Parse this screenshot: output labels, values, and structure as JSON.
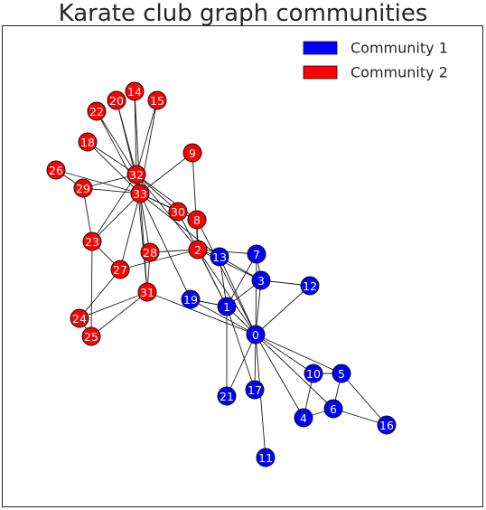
{
  "title": "Karate club graph communities",
  "legend": {
    "placement": "top-right",
    "entries": [
      {
        "label": "Community 1",
        "color": "#0000ff"
      },
      {
        "label": "Community 2",
        "color": "#ff0000"
      }
    ]
  },
  "graph": {
    "nodes": [
      {
        "id": "0",
        "community": 1
      },
      {
        "id": "1",
        "community": 1
      },
      {
        "id": "2",
        "community": 2
      },
      {
        "id": "3",
        "community": 1
      },
      {
        "id": "4",
        "community": 1
      },
      {
        "id": "5",
        "community": 1
      },
      {
        "id": "6",
        "community": 1
      },
      {
        "id": "7",
        "community": 1
      },
      {
        "id": "8",
        "community": 2
      },
      {
        "id": "9",
        "community": 2
      },
      {
        "id": "10",
        "community": 1
      },
      {
        "id": "11",
        "community": 1
      },
      {
        "id": "12",
        "community": 1
      },
      {
        "id": "13",
        "community": 1
      },
      {
        "id": "14",
        "community": 2
      },
      {
        "id": "15",
        "community": 2
      },
      {
        "id": "16",
        "community": 1
      },
      {
        "id": "17",
        "community": 1
      },
      {
        "id": "18",
        "community": 2
      },
      {
        "id": "19",
        "community": 1
      },
      {
        "id": "20",
        "community": 2
      },
      {
        "id": "21",
        "community": 1
      },
      {
        "id": "22",
        "community": 2
      },
      {
        "id": "23",
        "community": 2
      },
      {
        "id": "24",
        "community": 2
      },
      {
        "id": "25",
        "community": 2
      },
      {
        "id": "26",
        "community": 2
      },
      {
        "id": "27",
        "community": 2
      },
      {
        "id": "28",
        "community": 2
      },
      {
        "id": "29",
        "community": 2
      },
      {
        "id": "30",
        "community": 2
      },
      {
        "id": "31",
        "community": 2
      },
      {
        "id": "32",
        "community": 2
      },
      {
        "id": "33",
        "community": 2
      }
    ],
    "edges": [
      [
        "0",
        "1"
      ],
      [
        "0",
        "2"
      ],
      [
        "0",
        "3"
      ],
      [
        "0",
        "4"
      ],
      [
        "0",
        "5"
      ],
      [
        "0",
        "6"
      ],
      [
        "0",
        "7"
      ],
      [
        "0",
        "8"
      ],
      [
        "0",
        "10"
      ],
      [
        "0",
        "11"
      ],
      [
        "0",
        "12"
      ],
      [
        "0",
        "13"
      ],
      [
        "0",
        "17"
      ],
      [
        "0",
        "19"
      ],
      [
        "0",
        "21"
      ],
      [
        "0",
        "31"
      ],
      [
        "1",
        "2"
      ],
      [
        "1",
        "3"
      ],
      [
        "1",
        "7"
      ],
      [
        "1",
        "13"
      ],
      [
        "1",
        "17"
      ],
      [
        "1",
        "19"
      ],
      [
        "1",
        "21"
      ],
      [
        "1",
        "30"
      ],
      [
        "2",
        "3"
      ],
      [
        "2",
        "7"
      ],
      [
        "2",
        "8"
      ],
      [
        "2",
        "9"
      ],
      [
        "2",
        "13"
      ],
      [
        "2",
        "27"
      ],
      [
        "2",
        "28"
      ],
      [
        "2",
        "32"
      ],
      [
        "3",
        "7"
      ],
      [
        "3",
        "12"
      ],
      [
        "3",
        "13"
      ],
      [
        "4",
        "6"
      ],
      [
        "4",
        "10"
      ],
      [
        "5",
        "6"
      ],
      [
        "5",
        "10"
      ],
      [
        "5",
        "16"
      ],
      [
        "6",
        "16"
      ],
      [
        "8",
        "30"
      ],
      [
        "8",
        "32"
      ],
      [
        "8",
        "33"
      ],
      [
        "9",
        "33"
      ],
      [
        "13",
        "33"
      ],
      [
        "14",
        "32"
      ],
      [
        "14",
        "33"
      ],
      [
        "15",
        "32"
      ],
      [
        "15",
        "33"
      ],
      [
        "18",
        "32"
      ],
      [
        "18",
        "33"
      ],
      [
        "19",
        "33"
      ],
      [
        "20",
        "32"
      ],
      [
        "20",
        "33"
      ],
      [
        "22",
        "32"
      ],
      [
        "22",
        "33"
      ],
      [
        "23",
        "25"
      ],
      [
        "23",
        "27"
      ],
      [
        "23",
        "29"
      ],
      [
        "23",
        "32"
      ],
      [
        "23",
        "33"
      ],
      [
        "24",
        "25"
      ],
      [
        "24",
        "27"
      ],
      [
        "24",
        "31"
      ],
      [
        "25",
        "31"
      ],
      [
        "26",
        "29"
      ],
      [
        "26",
        "33"
      ],
      [
        "27",
        "33"
      ],
      [
        "28",
        "31"
      ],
      [
        "28",
        "33"
      ],
      [
        "29",
        "32"
      ],
      [
        "29",
        "33"
      ],
      [
        "30",
        "32"
      ],
      [
        "30",
        "33"
      ],
      [
        "31",
        "32"
      ],
      [
        "31",
        "33"
      ],
      [
        "32",
        "33"
      ]
    ]
  }
}
